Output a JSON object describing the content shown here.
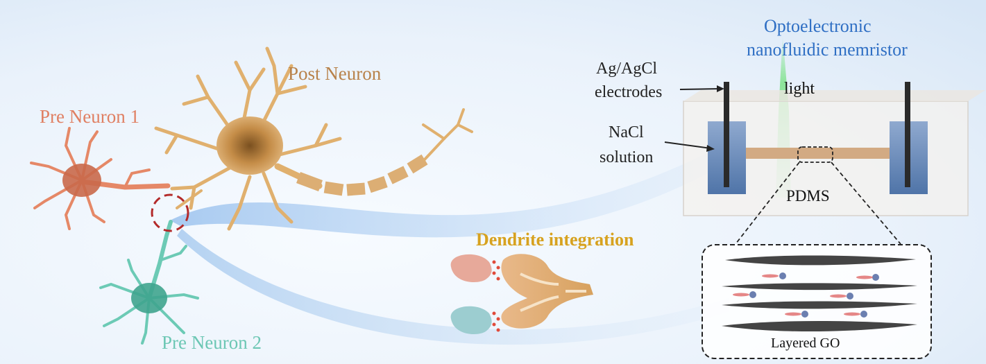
{
  "labels": {
    "pre_neuron_1": "Pre Neuron 1",
    "post_neuron": "Post Neuron",
    "pre_neuron_2": "Pre Neuron 2",
    "dendrite_integration": "Dendrite integration",
    "device_title_line1": "Optoelectronic",
    "device_title_line2": "nanofluidic  memristor",
    "electrodes_line1": "Ag/AgCl",
    "electrodes_line2": "electrodes",
    "light": "light",
    "solution_line1": "NaCl",
    "solution_line2": "solution",
    "pdms": "PDMS",
    "layered_go": "Layered GO"
  },
  "colors": {
    "pre_neuron_1": "#e07f62",
    "post_neuron": "#d9a35e",
    "pre_neuron_2": "#6cc7b4",
    "dendrite_text": "#d7a21f",
    "device_title": "#2f6fc4",
    "light_beam": "#6ee07a",
    "reservoir": "#5d84ba",
    "channel": "#d2aa83",
    "beam": "#8fb6e6"
  }
}
